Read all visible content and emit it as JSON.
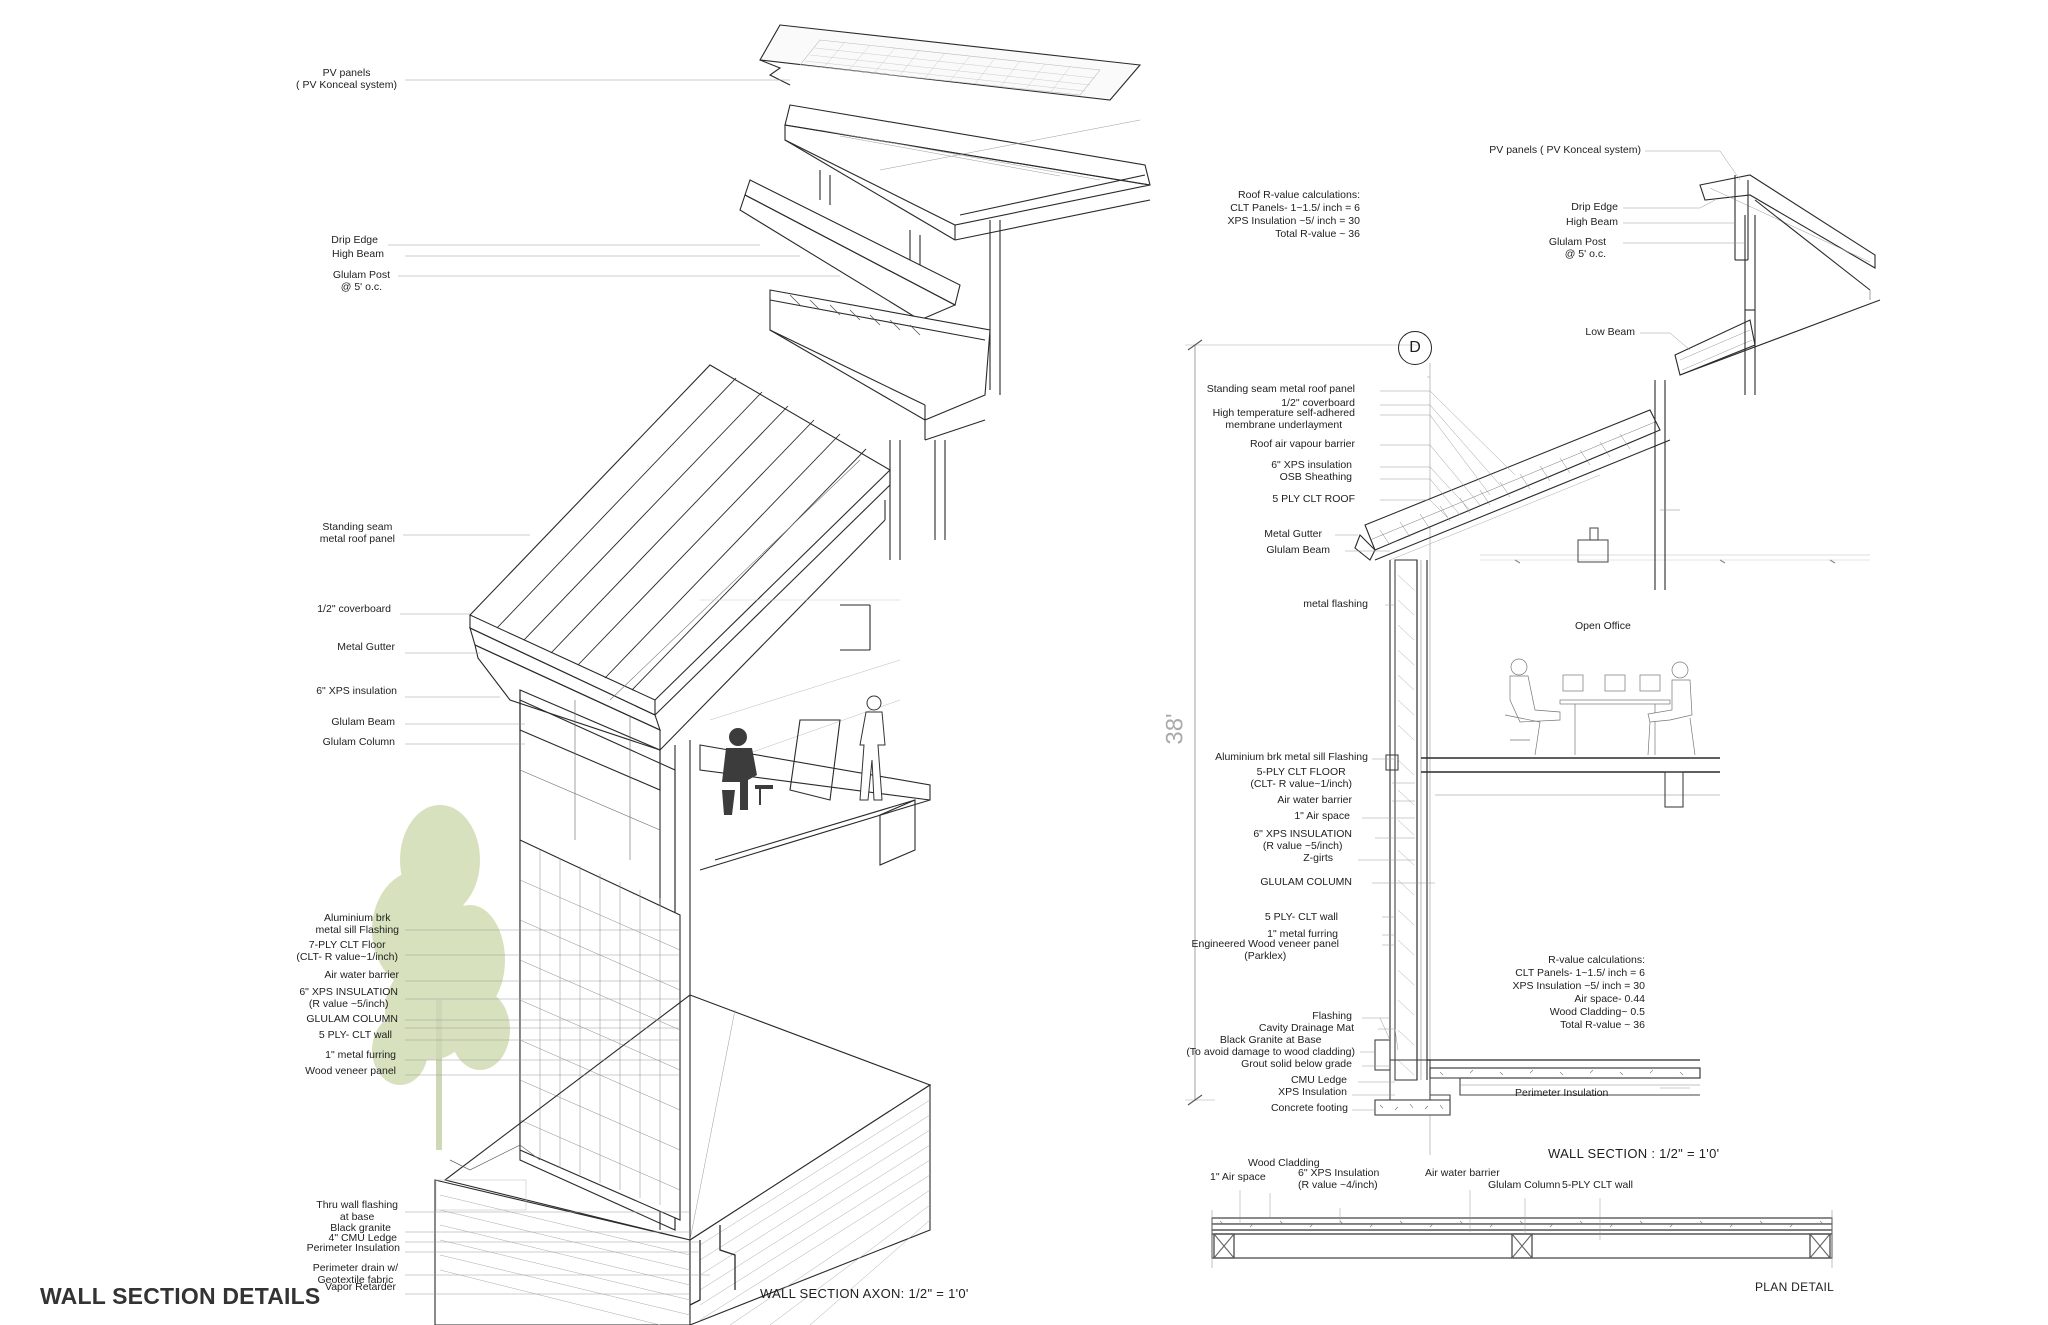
{
  "title": "WALL SECTION DETAILS",
  "captions": {
    "axon": "WALL SECTION AXON: 1/2\" = 1'0'",
    "section": "WALL SECTION : 1/2\" = 1'0'",
    "plan": "PLAN DETAIL"
  },
  "section_marker": "D",
  "dimension_height": "38'",
  "room_label": "Open Office",
  "axon_labels": [
    "PV panels\n( PV Konceal system)",
    "Drip Edge",
    "High Beam",
    "Glulam Post\n@ 5' o.c.",
    "Standing seam\nmetal roof panel",
    "1/2\" coverboard",
    "Metal Gutter",
    "6\" XPS  insulation",
    "Glulam Beam",
    "Glulam Column",
    "Aluminium brk\nmetal sill Flashing",
    "7-PLY  CLT Floor\n(CLT- R value~1/inch)",
    "Air water barrier",
    "6\" XPS INSULATION\n(R value ~5/inch)",
    "GLULAM COLUMN",
    "5 PLY- CLT wall",
    "1\" metal furring",
    "Wood veneer panel",
    "Thru wall flashing\nat base",
    "Black granite",
    "4\" CMU Ledge",
    "Perimeter Insulation",
    "Perimeter drain w/\nGeotextile fabric",
    "Vapor Retarder"
  ],
  "roof_r_value": [
    "Roof R-value calculations:",
    "CLT Panels- 1~1.5/ inch = 6",
    "XPS Insulation ~5/ inch = 30",
    "Total R-value ~ 36"
  ],
  "wall_r_value": [
    "R-value calculations:",
    "CLT Panels- 1~1.5/ inch = 6",
    "XPS Insulation ~5/ inch = 30",
    "Air space- 0.44",
    "Wood Cladding~ 0.5",
    "Total R-value ~ 36"
  ],
  "section_top_labels": [
    "PV panels ( PV Konceal system)",
    "Drip Edge",
    "High Beam",
    "Glulam Post\n@ 5' o.c.",
    "Low Beam"
  ],
  "section_labels": [
    "Standing seam metal roof panel",
    "1/2\" coverboard",
    "High temperature self-adhered\nmembrane underlayment",
    "Roof air vapour barrier",
    "6\" XPS  insulation",
    "OSB Sheathing",
    "5 PLY CLT ROOF",
    "Metal Gutter",
    "Glulam Beam",
    "metal flashing",
    "Aluminium brk metal sill Flashing",
    "5-PLY  CLT FLOOR\n(CLT- R value~1/inch)",
    "Air water barrier",
    "1\" Air space",
    "6\" XPS INSULATION\n(R value ~5/inch)",
    "Z-girts",
    "GLULAM COLUMN",
    "5 PLY- CLT wall",
    "1\" metal furring",
    "Engineered Wood veneer panel\n(Parklex)",
    "Flashing",
    "Cavity Drainage Mat",
    "Black Granite at Base\n(To avoid damage to wood cladding)",
    "Grout solid below grade",
    "CMU Ledge",
    "XPS Insulation",
    "Concrete footing"
  ],
  "perimeter_label": "Perimeter Insulation",
  "plan_labels": [
    "Wood Cladding",
    "1\" Air space",
    "6\" XPS Insulation\n(R value ~4/inch)",
    "Air water barrier",
    "Glulam Column",
    "5-PLY CLT wall"
  ]
}
